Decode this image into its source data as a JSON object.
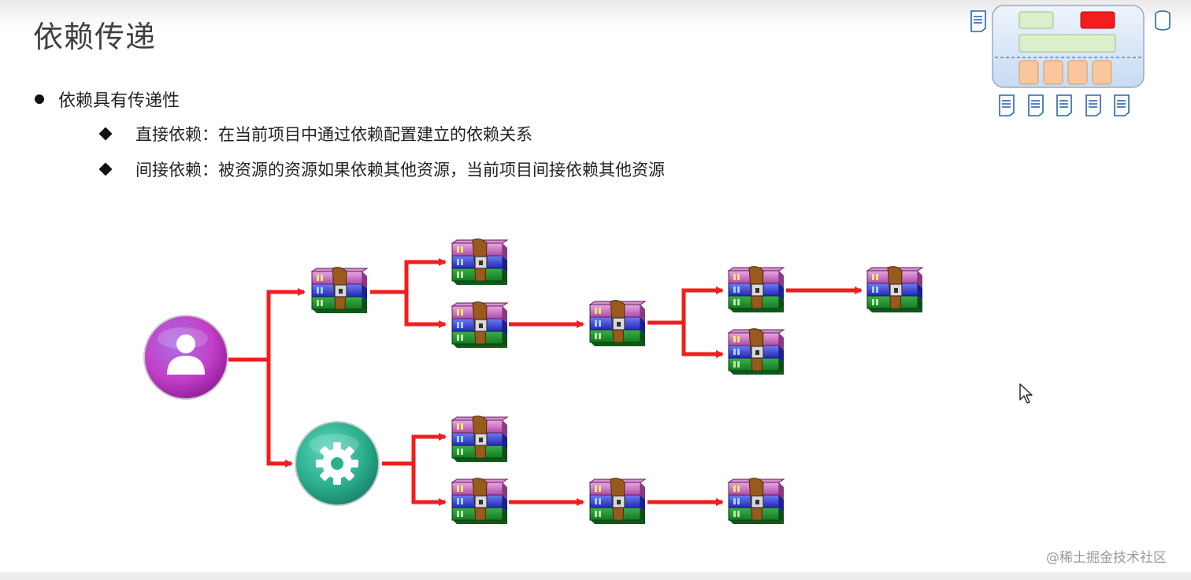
{
  "slide": {
    "title": "依赖传递",
    "bullet": "依赖具有传递性",
    "sub_bullets": [
      "直接依赖：在当前项目中通过依赖配置建立的依赖关系",
      "间接依赖：被资源的资源如果依赖其他资源，当前项目间接依赖其他资源"
    ]
  },
  "diagram": {
    "nodes": [
      {
        "id": "user",
        "kind": "user-project",
        "icon": "user-icon",
        "color": "#b62fc0"
      },
      {
        "id": "settings",
        "kind": "settings-project",
        "icon": "gear-icon",
        "color": "#2fb08f"
      },
      {
        "id": "j1",
        "kind": "jar",
        "icon": "jar-archive-icon"
      },
      {
        "id": "j2",
        "kind": "jar",
        "icon": "jar-archive-icon"
      },
      {
        "id": "j3",
        "kind": "jar",
        "icon": "jar-archive-icon"
      },
      {
        "id": "j4",
        "kind": "jar",
        "icon": "jar-archive-icon"
      },
      {
        "id": "j5",
        "kind": "jar",
        "icon": "jar-archive-icon"
      },
      {
        "id": "j6",
        "kind": "jar",
        "icon": "jar-archive-icon"
      },
      {
        "id": "j7",
        "kind": "jar",
        "icon": "jar-archive-icon"
      },
      {
        "id": "j8",
        "kind": "jar",
        "icon": "jar-archive-icon"
      },
      {
        "id": "j9",
        "kind": "jar",
        "icon": "jar-archive-icon"
      },
      {
        "id": "j10",
        "kind": "jar",
        "icon": "jar-archive-icon"
      },
      {
        "id": "j11",
        "kind": "jar",
        "icon": "jar-archive-icon"
      }
    ],
    "edges": [
      [
        "user",
        "j1"
      ],
      [
        "user",
        "settings"
      ],
      [
        "j1",
        "j2"
      ],
      [
        "j1",
        "j3"
      ],
      [
        "j3",
        "j4"
      ],
      [
        "j4",
        "j5"
      ],
      [
        "j4",
        "j6"
      ],
      [
        "j5",
        "j7"
      ],
      [
        "settings",
        "j8"
      ],
      [
        "settings",
        "j9"
      ],
      [
        "j9",
        "j10"
      ],
      [
        "j10",
        "j11"
      ]
    ],
    "arrow_color": "#f01e1e"
  },
  "watermark": "@稀土掘金技术社区"
}
